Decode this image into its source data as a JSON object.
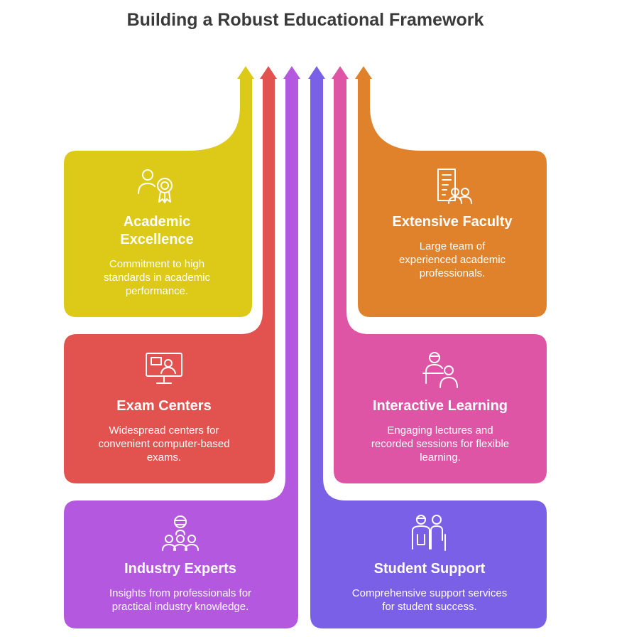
{
  "title": "Building a Robust Educational Framework",
  "colors": {
    "yellow": "#DDC917",
    "red": "#E2524E",
    "purple": "#B458E0",
    "blue": "#7A60E6",
    "pink": "#DE55A5",
    "orange": "#E0822C"
  },
  "cards": [
    {
      "id": "academic-excellence",
      "title": "Academic Excellence",
      "title_lines": [
        "Academic",
        "Excellence"
      ],
      "description_lines": [
        "Commitment to high",
        "standards in academic",
        "performance."
      ],
      "icon": "person-award-icon",
      "color": "yellow"
    },
    {
      "id": "extensive-faculty",
      "title": "Extensive Faculty",
      "title_lines": [
        "Extensive Faculty"
      ],
      "description_lines": [
        "Large team of",
        "experienced academic",
        "professionals."
      ],
      "icon": "document-group-icon",
      "color": "orange"
    },
    {
      "id": "exam-centers",
      "title": "Exam Centers",
      "title_lines": [
        "Exam Centers"
      ],
      "description_lines": [
        "Widespread centers for",
        "convenient computer-based",
        "exams."
      ],
      "icon": "computer-user-icon",
      "color": "red"
    },
    {
      "id": "interactive-learning",
      "title": "Interactive Learning",
      "title_lines": [
        "Interactive Learning"
      ],
      "description_lines": [
        "Engaging lectures and",
        "recorded sessions for flexible",
        "learning."
      ],
      "icon": "teacher-student-icon",
      "color": "pink"
    },
    {
      "id": "industry-experts",
      "title": "Industry Experts",
      "title_lines": [
        "Industry Experts"
      ],
      "description_lines": [
        "Insights from professionals for",
        "practical industry knowledge."
      ],
      "icon": "expert-team-icon",
      "color": "purple"
    },
    {
      "id": "student-support",
      "title": "Student Support",
      "title_lines": [
        "Student Support"
      ],
      "description_lines": [
        "Comprehensive support services",
        "for student success."
      ],
      "icon": "support-people-icon",
      "color": "blue"
    }
  ]
}
